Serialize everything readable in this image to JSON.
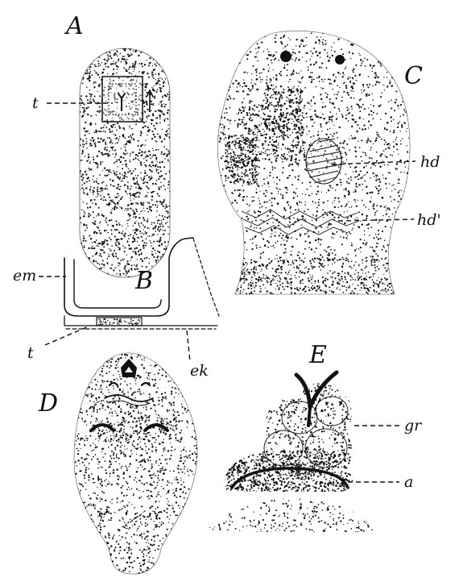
{
  "panels": {
    "A": {
      "letter": "A",
      "labels": {
        "t": "t"
      }
    },
    "B": {
      "letter": "B",
      "labels": {
        "em": "em",
        "t": "t",
        "ek": "ek"
      }
    },
    "C": {
      "letter": "C",
      "labels": {
        "hd": "hd",
        "hd_prime": "hd'"
      }
    },
    "D": {
      "letter": "D"
    },
    "E": {
      "letter": "E",
      "labels": {
        "gr": "gr",
        "a": "a"
      }
    }
  },
  "colors": {
    "ink": "#111111",
    "paper": "#ffffff"
  }
}
